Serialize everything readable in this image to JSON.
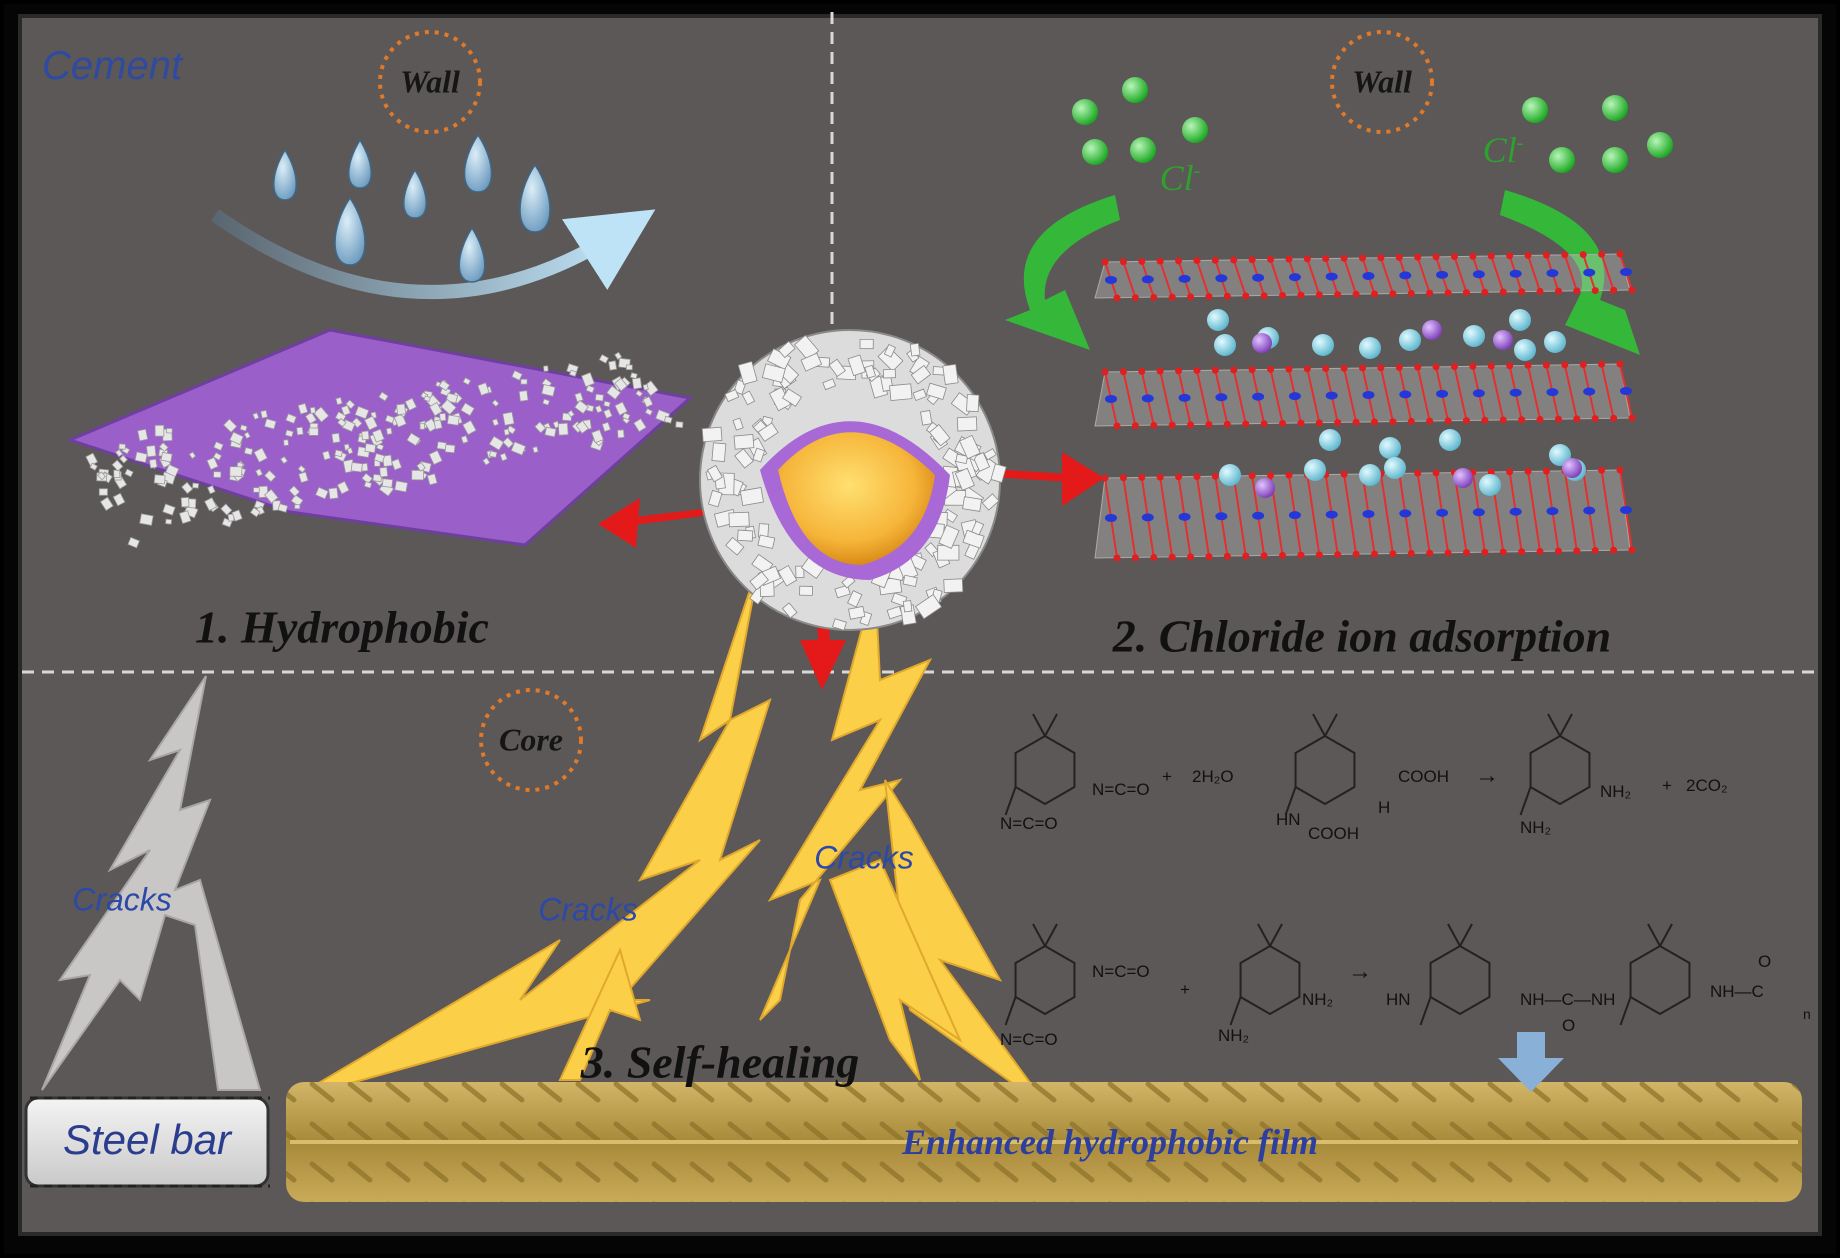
{
  "labels": {
    "cement": "Cement",
    "wall_left": "Wall",
    "wall_right": "Wall",
    "core": "Core",
    "title_1": "1. Hydrophobic",
    "title_2": "2. Chloride ion adsorption",
    "title_3": "3. Self-healing",
    "chloride_left": "Cl",
    "chloride_right": "Cl",
    "chloride_charge": "-",
    "cracks_left": "Cracks",
    "cracks_mid": "Cracks",
    "cracks_right": "Cracks",
    "steel_bar": "Steel bar",
    "film": "Enhanced hydrophobic film"
  },
  "reaction_1": {
    "plus_1": "+",
    "water": "2H₂O",
    "carbamic_top": "COOH",
    "carbamic_h": "H",
    "carbamic_bottom": "HN",
    "carbamic_bottom_2": "COOH",
    "arrow": "→",
    "amine_top": "NH₂",
    "amine_bottom": "NH₂",
    "plus_2": "+",
    "co2": "2CO₂",
    "isocyanate_top": "N=C=O",
    "isocyanate_bottom": "N=C=O"
  },
  "reaction_2": {
    "isocyanate_top": "N=C=O",
    "isocyanate_bottom": "N=C=O",
    "plus": "+",
    "amine_top": "NH₂",
    "amine_bottom": "NH₂",
    "arrow": "→",
    "hn": "HN",
    "urea": "NH—C—NH",
    "nhc": "NH—C",
    "o": "O",
    "subscript": "n"
  },
  "colors": {
    "background": "#5b5857",
    "frame": "#2a2a2a",
    "purple": "#9a5fc9",
    "gold": "#f7c94a",
    "red_arrow": "#e41a1a",
    "green": "#3fbf3f",
    "steel": "#b49a45"
  }
}
